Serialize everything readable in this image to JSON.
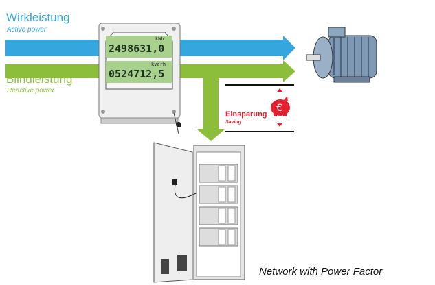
{
  "active": {
    "title": "Wirkleistung",
    "subtitle": "Active power",
    "color": "#35a6de"
  },
  "reactive": {
    "title": "Blindleistung",
    "subtitle": "Reactive power",
    "color": "#8cbe3b"
  },
  "meter": {
    "unit1": "kWh",
    "value1": "2498631,0",
    "unit2": "kvarh",
    "value2": "0524712,5"
  },
  "saving": {
    "title": "Einsparung",
    "subtitle": "Saving",
    "color": "#e3202d",
    "icon": "piggy-bank-euro-icon",
    "symbol": "€"
  },
  "caption": "Network with Power Factor"
}
